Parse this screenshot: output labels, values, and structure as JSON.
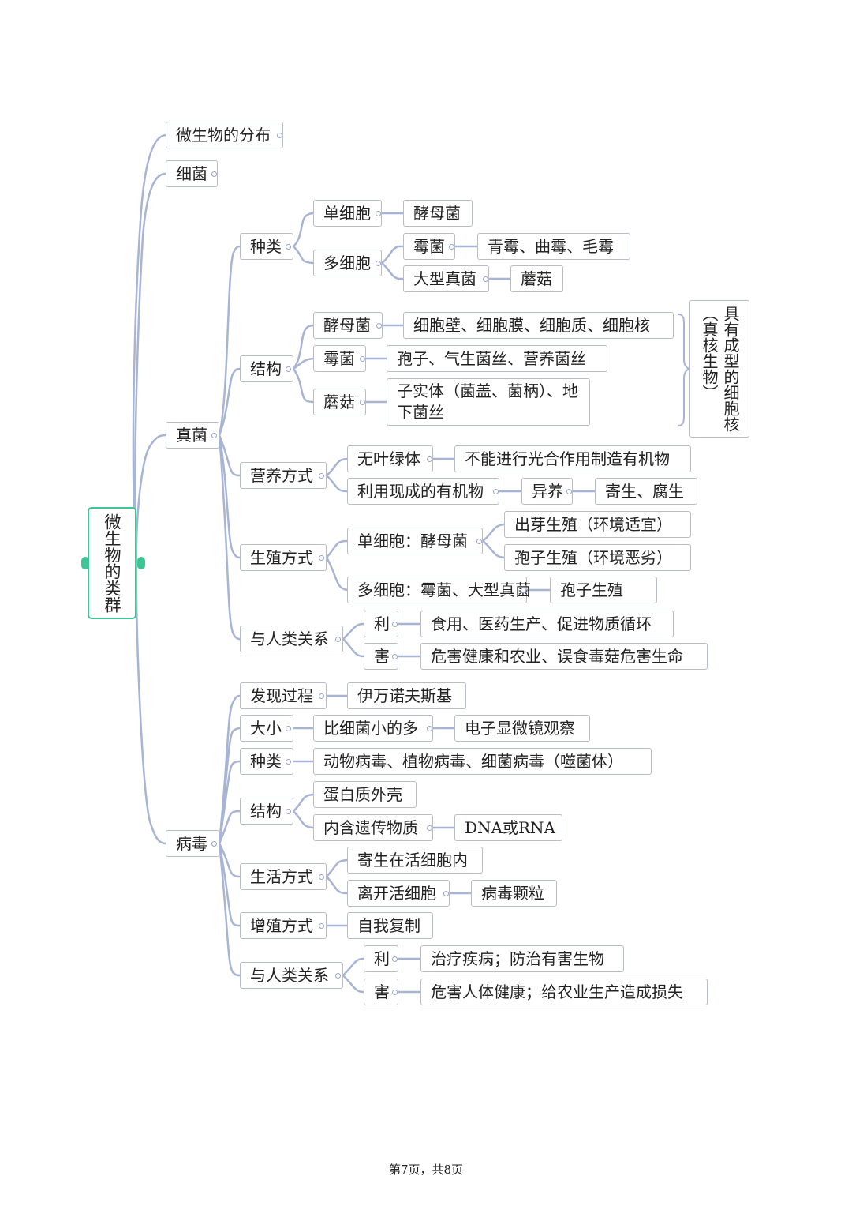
{
  "root": "微生物的类群",
  "branches": {
    "distribution": "微生物的分布",
    "bacteria": "细菌",
    "fungi": {
      "label": "真菌",
      "kinds": {
        "label": "种类",
        "unicellular": "单细胞",
        "unicellular_example": "酵母菌",
        "multicellular": "多细胞",
        "mold": "霉菌",
        "mold_examples": "青霉、曲霉、毛霉",
        "large_fungi": "大型真菌",
        "large_fungi_example": "蘑菇"
      },
      "structure": {
        "label": "结构",
        "yeast": "酵母菌",
        "yeast_detail": "细胞壁、细胞膜、细胞质、细胞核",
        "mold": "霉菌",
        "mold_detail": "孢子、气生菌丝、营养菌丝",
        "mushroom": "蘑菇",
        "mushroom_detail": "子实体（菌盖、菌柄）、地下菌丝",
        "summary": "具有成型的细胞核（真核生物）"
      },
      "nutrition": {
        "label": "营养方式",
        "no_chlorophyll": "无叶绿体",
        "no_chlorophyll_detail": "不能进行光合作用制造有机物",
        "use_organic": "利用现成的有机物",
        "heterotroph": "异养",
        "heterotroph_types": "寄生、腐生"
      },
      "reproduction": {
        "label": "生殖方式",
        "unicellular": "单细胞：酵母菌",
        "budding": "出芽生殖（环境适宜）",
        "spore_bad": "孢子生殖（环境恶劣）",
        "multicellular": "多细胞：霉菌、大型真菌",
        "spore": "孢子生殖"
      },
      "relation": {
        "label": "与人类关系",
        "benefit": "利",
        "benefit_detail": "食用、医药生产、促进物质循环",
        "harm": "害",
        "harm_detail": "危害健康和农业、误食毒菇危害生命"
      }
    },
    "virus": {
      "label": "病毒",
      "discovery": "发现过程",
      "discoverer": "伊万诺夫斯基",
      "size": "大小",
      "size_detail": "比细菌小的多",
      "size_observe": "电子显微镜观察",
      "kinds": "种类",
      "kinds_detail": "动物病毒、植物病毒、细菌病毒（噬菌体）",
      "structure": "结构",
      "shell": "蛋白质外壳",
      "genetic": "内含遗传物质",
      "genetic_detail": "DNA或RNA",
      "life": "生活方式",
      "parasite": "寄生在活细胞内",
      "leave": "离开活细胞",
      "particle": "病毒颗粒",
      "reproduction": "增殖方式",
      "self_copy": "自我复制",
      "relation": "与人类关系",
      "benefit": "利",
      "benefit_detail": "治疗疾病；防治有害生物",
      "harm": "害",
      "harm_detail": "危害人体健康；给农业生产造成损失"
    }
  },
  "footer": "第7页，共8页",
  "colors": {
    "connector": "#a8b4d4",
    "root_border": "#3fc493",
    "node_border": "#b9bdc6"
  }
}
